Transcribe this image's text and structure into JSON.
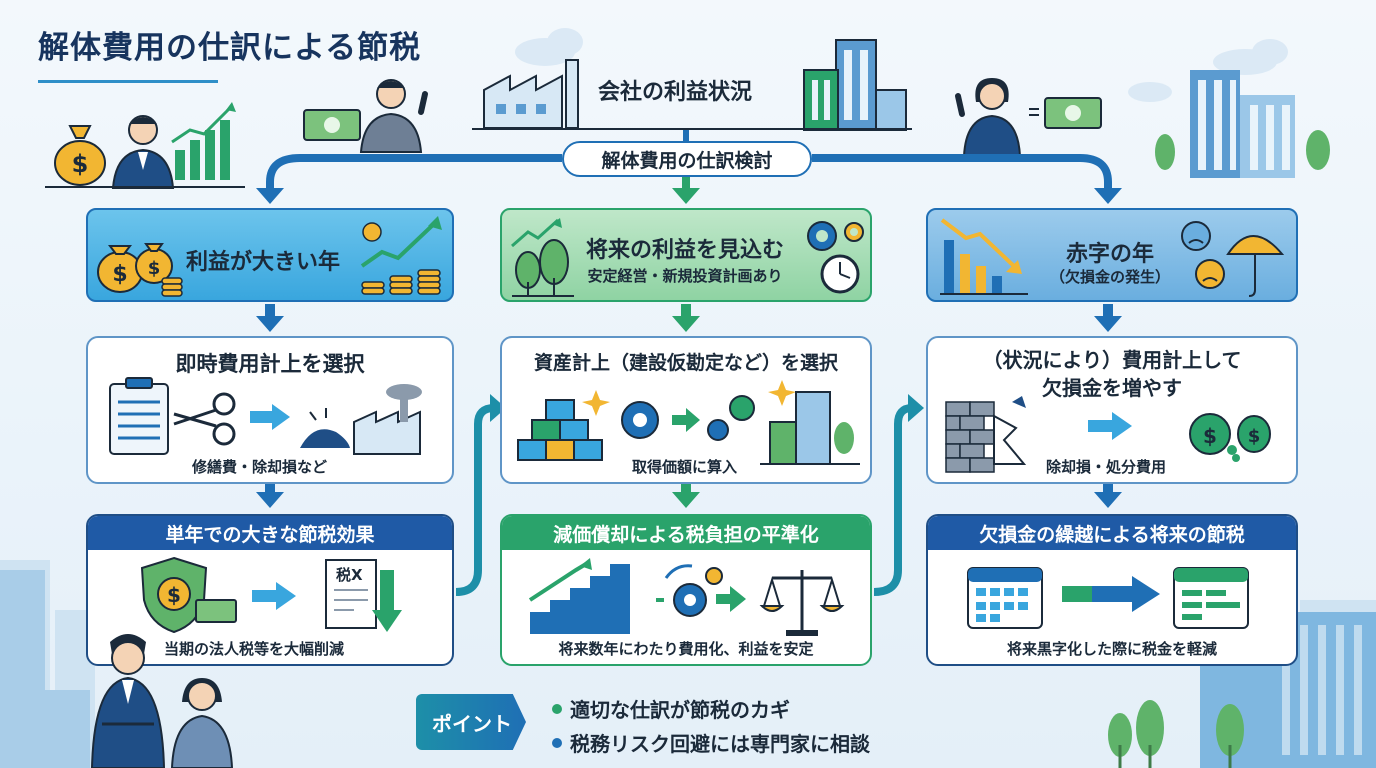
{
  "title": "解体費用の仕訳による節税",
  "top": {
    "company_label": "会社の利益状況",
    "review_label": "解体費用の仕訳検討"
  },
  "columns": [
    {
      "header": "利益が大きい年",
      "step1_title": "即時費用計上を選択",
      "step1_caption": "修繕費・除却損など",
      "step2_title": "単年での大きな節税効果",
      "step2_caption": "当期の法人税等を大幅削減"
    },
    {
      "header": "将来の利益を見込む",
      "header_sub": "安定経営・新規投資計画あり",
      "step1_title": "資産計上（建設仮勘定など）を選択",
      "step1_caption": "取得価額に算入",
      "step2_title": "減価償却による税負担の平準化",
      "step2_caption": "将来数年にわたり費用化、利益を安定"
    },
    {
      "header": "赤字の年",
      "header_sub": "（欠損金の発生）",
      "step1_title_line1": "（状況により）費用計上して",
      "step1_title_line2": "欠損金を増やす",
      "step1_caption": "除却損・処分費用",
      "step2_title": "欠損金の繰越による将来の節税",
      "step2_caption": "将来黒字化した際に税金を軽減"
    }
  ],
  "icons": {
    "tax_doc_label": "税X"
  },
  "point": {
    "label": "ポイント",
    "items": [
      "適切な仕訳が節税のカギ",
      "税務リスク回避には専門家に相談"
    ]
  },
  "colors": {
    "navy": "#17345e",
    "blue": "#1f6fb5",
    "green": "#2aa36b",
    "teal": "#1d8fa8",
    "accent_yellow": "#f2b632"
  }
}
